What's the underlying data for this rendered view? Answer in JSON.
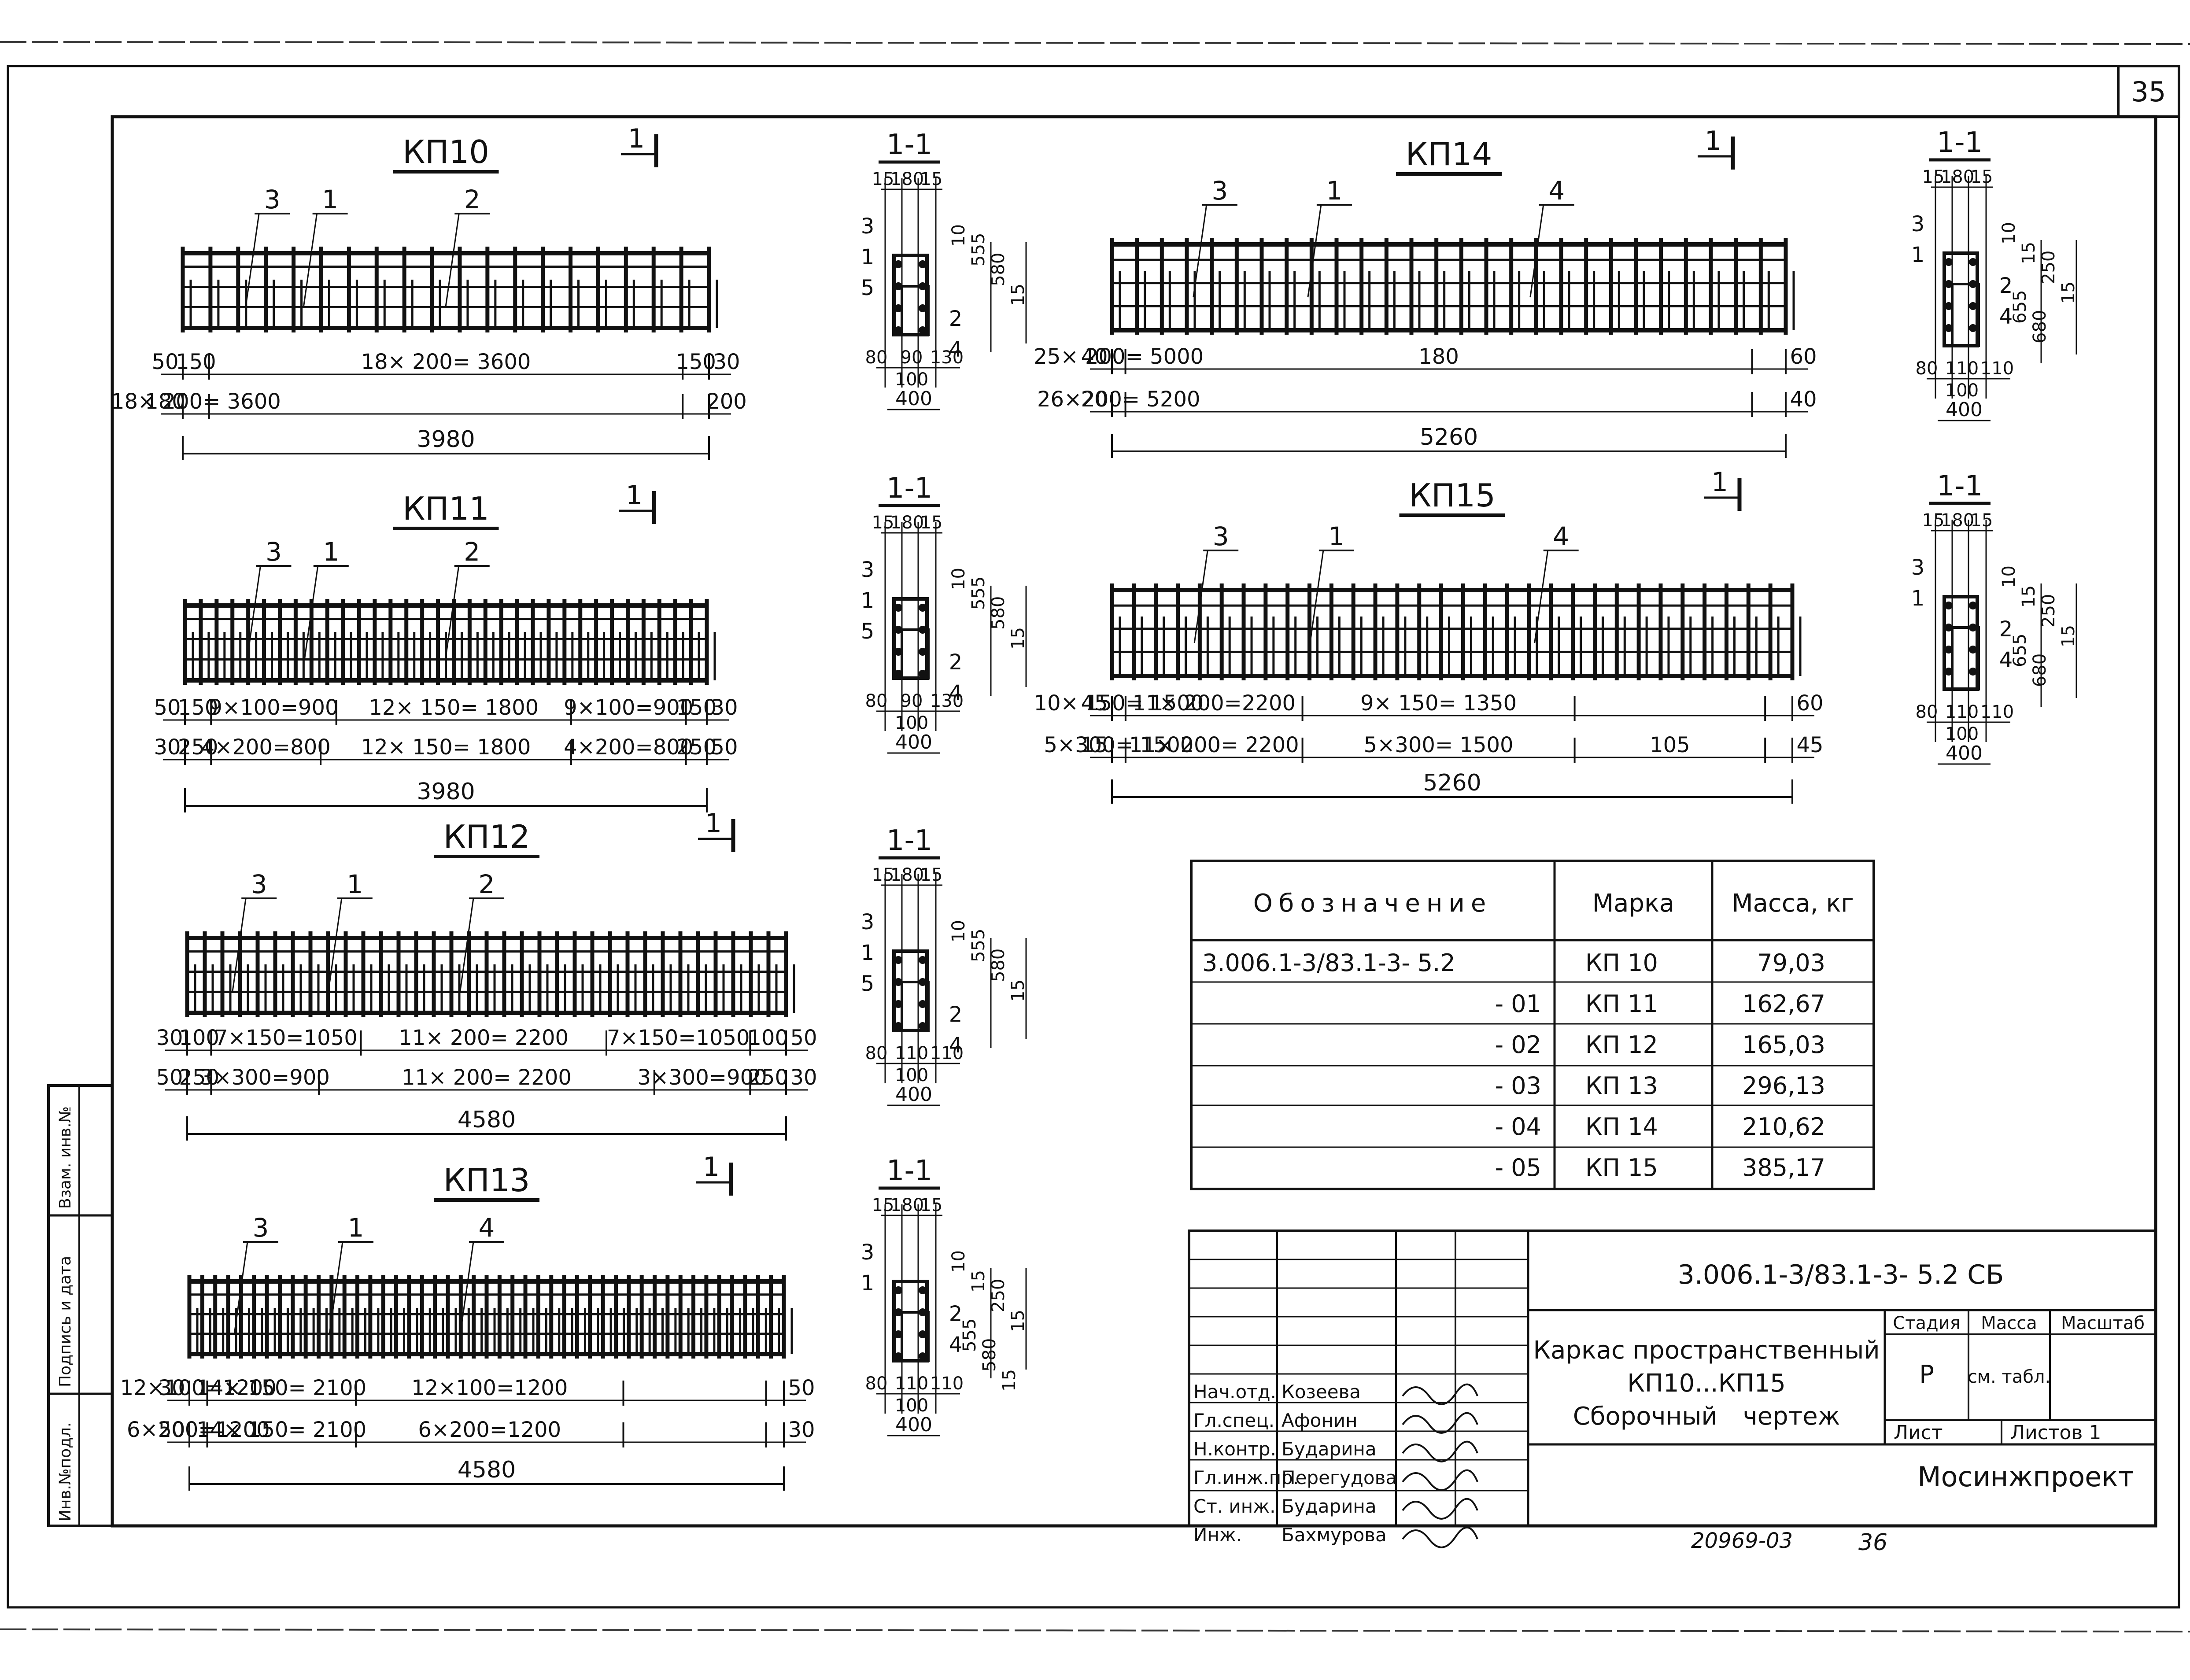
{
  "sheet": {
    "sheet_no": "35",
    "side_stamp": [
      "Инв.№подл.",
      "Подпись и дата",
      "Взам. инв.№"
    ],
    "bottom_note": "20969-03",
    "bottom_page": "36"
  },
  "section_label": "1-1",
  "cut_label": "1",
  "frames": [
    {
      "title": "КП10",
      "leaders": [
        "3",
        "1",
        "2"
      ],
      "dims_row1": [
        "50",
        "150",
        "18× 200= 3600",
        "150",
        "30"
      ],
      "dims_row2": [
        "180",
        "18× 200= 3600",
        "200"
      ],
      "total": "3980",
      "section": {
        "top": [
          "15",
          "180",
          "15"
        ],
        "labels": [
          "3",
          "1",
          "5",
          "2",
          "4"
        ],
        "vert": [
          "10",
          "555",
          "580",
          "15"
        ],
        "bottom": [
          "80",
          "90",
          "130"
        ],
        "mid": "100",
        "width": "400"
      }
    },
    {
      "title": "КП11",
      "leaders": [
        "3",
        "1",
        "2"
      ],
      "dims_row1": [
        "50",
        "150",
        "9×100=900",
        "12× 150= 1800",
        "9×100=900",
        "150",
        "30"
      ],
      "dims_row2": [
        "30",
        "250",
        "4×200=800",
        "12× 150= 1800",
        "4×200=800",
        "250",
        "50"
      ],
      "total": "3980",
      "section": {
        "top": [
          "15",
          "180",
          "15"
        ],
        "labels": [
          "3",
          "1",
          "5",
          "2",
          "4"
        ],
        "vert": [
          "10",
          "555",
          "580",
          "15"
        ],
        "bottom": [
          "80",
          "90",
          "130"
        ],
        "mid": "100",
        "width": "400"
      }
    },
    {
      "title": "КП12",
      "leaders": [
        "3",
        "1",
        "2"
      ],
      "dims_row1": [
        "30",
        "100",
        "7×150=1050",
        "11× 200= 2200",
        "7×150=1050",
        "100",
        "50"
      ],
      "dims_row2": [
        "50",
        "250",
        "3×300=900",
        "11× 200= 2200",
        "3×300=900",
        "250",
        "30"
      ],
      "total": "4580",
      "section": {
        "top": [
          "15",
          "180",
          "15"
        ],
        "labels": [
          "3",
          "1",
          "5",
          "2",
          "4"
        ],
        "vert": [
          "10",
          "555",
          "580",
          "15"
        ],
        "bottom": [
          "80",
          "110",
          "110"
        ],
        "mid": "100",
        "width": "400"
      }
    },
    {
      "title": "КП13",
      "leaders": [
        "3",
        "1",
        "4"
      ],
      "dims_row1": [
        "30",
        "12×100=1200",
        "14× 150= 2100",
        "12×100=1200",
        "50"
      ],
      "dims_row2": [
        "50",
        "6×200=1200",
        "14× 150= 2100",
        "6×200=1200",
        "30"
      ],
      "total": "4580",
      "section": {
        "top": [
          "15",
          "180",
          "15"
        ],
        "labels": [
          "3",
          "1",
          "2",
          "4"
        ],
        "vert": [
          "10",
          "15",
          "250",
          "15",
          "555",
          "580",
          "15"
        ],
        "bottom": [
          "80",
          "110",
          "110"
        ],
        "mid": "100",
        "width": "400"
      }
    },
    {
      "title": "КП14",
      "leaders": [
        "3",
        "1",
        "4"
      ],
      "dims_row1": [
        "40",
        "25× 200= 5000",
        "180",
        "60"
      ],
      "dims_row2": [
        "20",
        "26×200= 5200",
        "40"
      ],
      "total": "5260",
      "section": {
        "top": [
          "15",
          "180",
          "15"
        ],
        "labels": [
          "3",
          "1",
          "2",
          "4"
        ],
        "vert": [
          "10",
          "15",
          "250",
          "15",
          "655",
          "680"
        ],
        "bottom": [
          "80",
          "110",
          "110"
        ],
        "mid": "100",
        "width": "400"
      }
    },
    {
      "title": "КП15",
      "leaders": [
        "3",
        "1",
        "4"
      ],
      "dims_row1": [
        "45",
        "10× 150= 1500",
        "11× 200=2200",
        "9× 150= 1350",
        "60"
      ],
      "dims_row2": [
        "15",
        "5×300= 1500",
        "11× 200= 2200",
        "5×300= 1500",
        "105",
        "45"
      ],
      "total": "5260",
      "section": {
        "top": [
          "15",
          "180",
          "15"
        ],
        "labels": [
          "3",
          "1",
          "2",
          "4"
        ],
        "vert": [
          "10",
          "15",
          "250",
          "15",
          "655",
          "680"
        ],
        "bottom": [
          "80",
          "110",
          "110"
        ],
        "mid": "100",
        "width": "400"
      }
    }
  ],
  "spec_table": {
    "headers": [
      "Обозначение",
      "Марка",
      "Масса, кг"
    ],
    "rows": [
      [
        "3.006.1-3/83.1-3- 5.2",
        "КП 10",
        "79,03"
      ],
      [
        "- 01",
        "КП 11",
        "162,67"
      ],
      [
        "- 02",
        "КП 12",
        "165,03"
      ],
      [
        "- 03",
        "КП 13",
        "296,13"
      ],
      [
        "- 04",
        "КП 14",
        "210,62"
      ],
      [
        "- 05",
        "КП 15",
        "385,17"
      ]
    ]
  },
  "title_block": {
    "doc_code": "3.006.1-3/83.1-3- 5.2 СБ",
    "title_lines": [
      "Каркас пространственный",
      "КП10...КП15",
      "Сборочный чертеж"
    ],
    "stage_headers": [
      "Стадия",
      "Масса",
      "Масштаб"
    ],
    "stage": "Р",
    "mass": "см. табл.",
    "sheet_label": "Лист",
    "sheets_label": "Листов 1",
    "org": "Мосинжпроект",
    "staff": [
      {
        "role": "Нач.отд.",
        "name": "Козеева"
      },
      {
        "role": "Гл.спец.",
        "name": "Афонин"
      },
      {
        "role": "Н.контр.",
        "name": "Бударина"
      },
      {
        "role": "Гл.инж.пр.",
        "name": "Перегудова"
      },
      {
        "role": "Ст. инж.",
        "name": "Бударина"
      },
      {
        "role": "Инж.",
        "name": "Бахмурова"
      }
    ]
  }
}
